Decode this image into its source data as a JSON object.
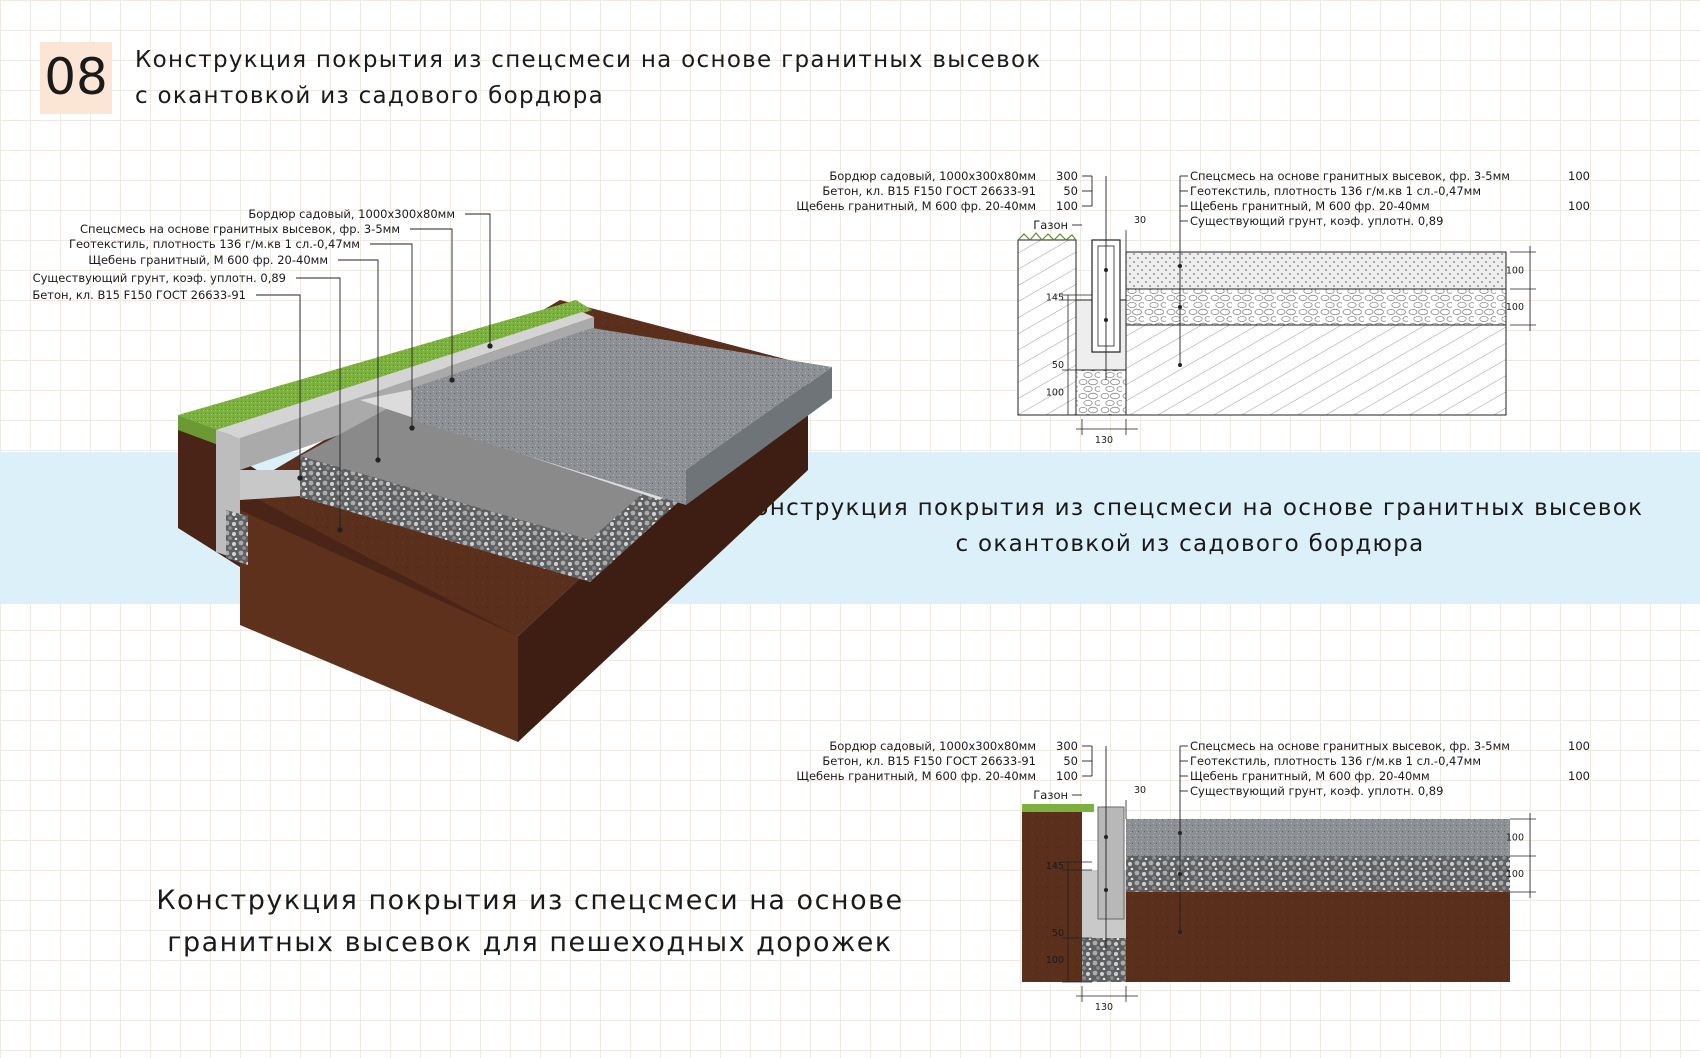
{
  "header": {
    "number": "08",
    "title_line1": "Конструкция покрытия из спецсмеси на основе гранитных высевок",
    "title_line2": "с окантовкой из садового бордюра"
  },
  "band": {
    "title_line1": "Конструкция покрытия из спецсмеси на основе гранитных высевок",
    "title_line2": "с окантовкой из садового бордюра"
  },
  "bottom": {
    "title_line1": "Конструкция покрытия из спецсмеси на основе",
    "title_line2": "гранитных высевок для пешеходных дорожек"
  },
  "iso_labels": [
    "Бордюр садовый, 1000х300х80мм",
    "Спецсмесь на основе гранитных высевок, фр. 3-5мм",
    "Геотекстиль, плотность 136 г/м.кв 1 сл.-0,47мм",
    "Щебень гранитный, М 600 фр. 20-40мм",
    "Существующий грунт, коэф. уплотн. 0,89",
    "Бетон, кл. В15 F150 ГОСТ 26633-91"
  ],
  "section": {
    "left_labels": [
      {
        "text": "Бордюр садовый, 1000х300х80мм",
        "value": "300"
      },
      {
        "text": "Бетон, кл. В15 F150 ГОСТ 26633-91",
        "value": "50"
      },
      {
        "text": "Щебень гранитный, М 600 фр. 20-40мм",
        "value": "100"
      }
    ],
    "lawn_label": "Газон",
    "right_labels": [
      {
        "text": "Спецсмесь на основе гранитных высевок, фр. 3-5мм",
        "value": "100"
      },
      {
        "text": "Геотекстиль, плотность 136 г/м.кв  1 сл.-0,47мм",
        "value": ""
      },
      {
        "text": "Щебень гранитный, М 600 фр. 20-40мм",
        "value": "100"
      },
      {
        "text": "Существующий грунт, коэф. уплотн. 0,89",
        "value": ""
      }
    ],
    "dims": {
      "gap": "30",
      "layer1": "100",
      "layer2": "100",
      "kerb": "145",
      "concrete": "50",
      "gravel": "100",
      "width": "130"
    }
  },
  "colors": {
    "band": "#dcf0fa",
    "number_box": "#fbe6d6",
    "grass": "#7db13f",
    "soil": "#5a2f1c",
    "granite": "#8f9397",
    "gravel": "#6e6e6e",
    "concrete": "#c9c9c9",
    "geotextile": "#d8d8d8"
  }
}
